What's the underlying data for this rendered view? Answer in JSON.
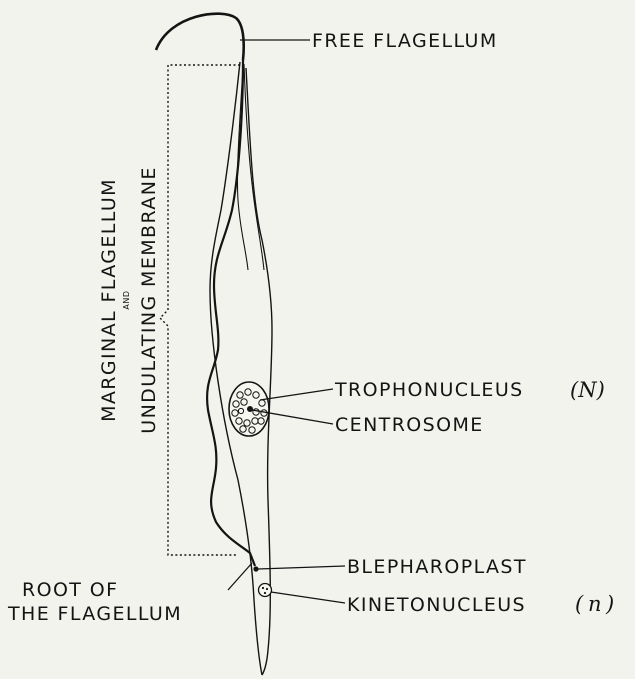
{
  "figure": {
    "labels": {
      "free_flagellum": "FREE FLAGELLUM",
      "trophonucleus": "TROPHONUCLEUS",
      "trophonucleus_symbol": "(N)",
      "centrosome": "CENTROSOME",
      "blepharoplast": "BLEPHAROPLAST",
      "kinetonucleus": "KINETONUCLEUS",
      "kinetonucleus_open_paren": "(",
      "kinetonucleus_symbol": "n",
      "kinetonucleus_close_paren": ")",
      "root_line1": "ROOT OF",
      "root_line2": "THE FLAGELLUM",
      "bracket_line1": "MARGINAL FLAGELLUM",
      "bracket_and": "AND",
      "bracket_line2": "UNDULATING MEMBRANE"
    }
  }
}
